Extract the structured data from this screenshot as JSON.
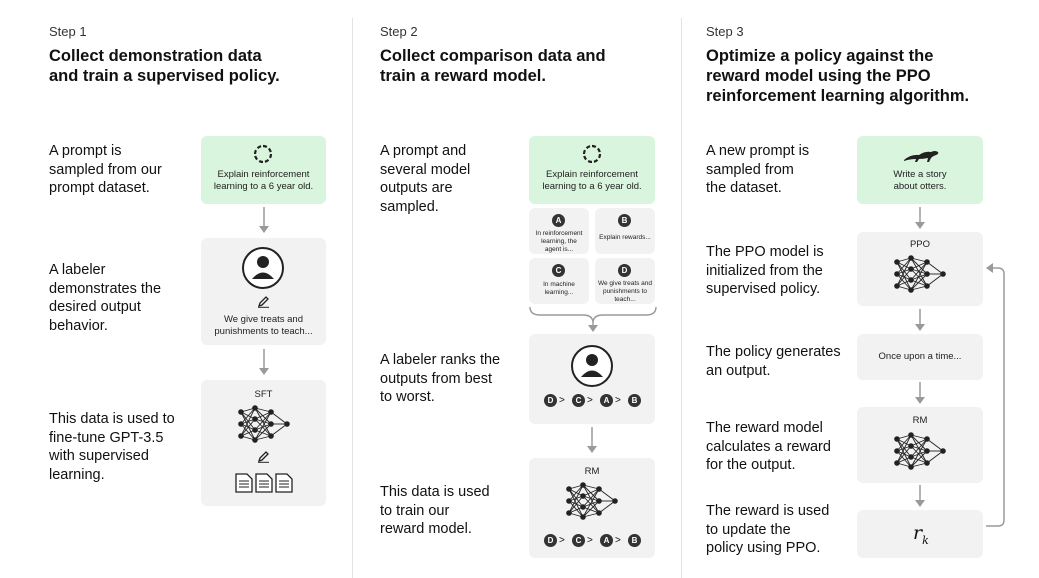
{
  "step1": {
    "label": "Step 1",
    "title": [
      "Collect demonstration data",
      "and train a supervised policy."
    ],
    "desc1": [
      "A prompt is",
      "sampled from our",
      "prompt dataset."
    ],
    "desc2": [
      "A labeler",
      "demonstrates the",
      "desired output",
      "behavior."
    ],
    "desc3": [
      "This data is used to",
      "fine-tune GPT-3.5",
      "with supervised",
      "learning."
    ],
    "prompt": [
      "Explain reinforcement",
      "learning to a 6 year old."
    ],
    "demo": [
      "We give treats and",
      "punishments to teach..."
    ],
    "model": "SFT"
  },
  "step2": {
    "label": "Step 2",
    "title": [
      "Collect comparison data and",
      "train a reward model."
    ],
    "desc1": [
      "A prompt and",
      "several model",
      "outputs are",
      "sampled."
    ],
    "desc2": [
      "A labeler ranks the",
      "outputs from best",
      "to worst."
    ],
    "desc3": [
      "This data is used",
      "to train our",
      "reward model."
    ],
    "prompt": [
      "Explain reinforcement",
      "learning to a 6 year old."
    ],
    "outputs": [
      {
        "letter": "A",
        "text": [
          "In reinforcement",
          "learning, the",
          "agent is..."
        ]
      },
      {
        "letter": "B",
        "text": [
          "Explain rewards..."
        ]
      },
      {
        "letter": "C",
        "text": [
          "In machine",
          "learning..."
        ]
      },
      {
        "letter": "D",
        "text": [
          "We give treats and",
          "punishments to",
          "teach..."
        ]
      }
    ],
    "ranking": [
      "D",
      "C",
      "A",
      "B"
    ],
    "gt": ">",
    "model": "RM"
  },
  "step3": {
    "label": "Step 3",
    "title": [
      "Optimize a policy against the",
      "reward model using the PPO",
      "reinforcement learning algorithm."
    ],
    "desc1": [
      "A new prompt is",
      "sampled from",
      "the dataset."
    ],
    "desc2": [
      "The PPO model is",
      "initialized from the",
      "supervised policy."
    ],
    "desc3": [
      "The policy generates",
      "an output."
    ],
    "desc4": [
      "The reward model",
      "calculates a reward",
      "for the output."
    ],
    "desc5": [
      "The reward is used",
      "to update the",
      "policy using PPO."
    ],
    "prompt": [
      "Write a story",
      "about otters."
    ],
    "ppo": "PPO",
    "output": "Once upon a time...",
    "rm": "RM",
    "reward_symbol": "r",
    "reward_sub": "k"
  },
  "colors": {
    "green_box": "#d9f5dd",
    "gray_box": "#f2f2f2",
    "arrow": "#9a9a9a",
    "node": "#222222"
  },
  "icons": [
    "recycle-arrows-icon",
    "person-icon",
    "pencil-icon",
    "neural-network-icon",
    "document-icon",
    "otter-icon"
  ]
}
